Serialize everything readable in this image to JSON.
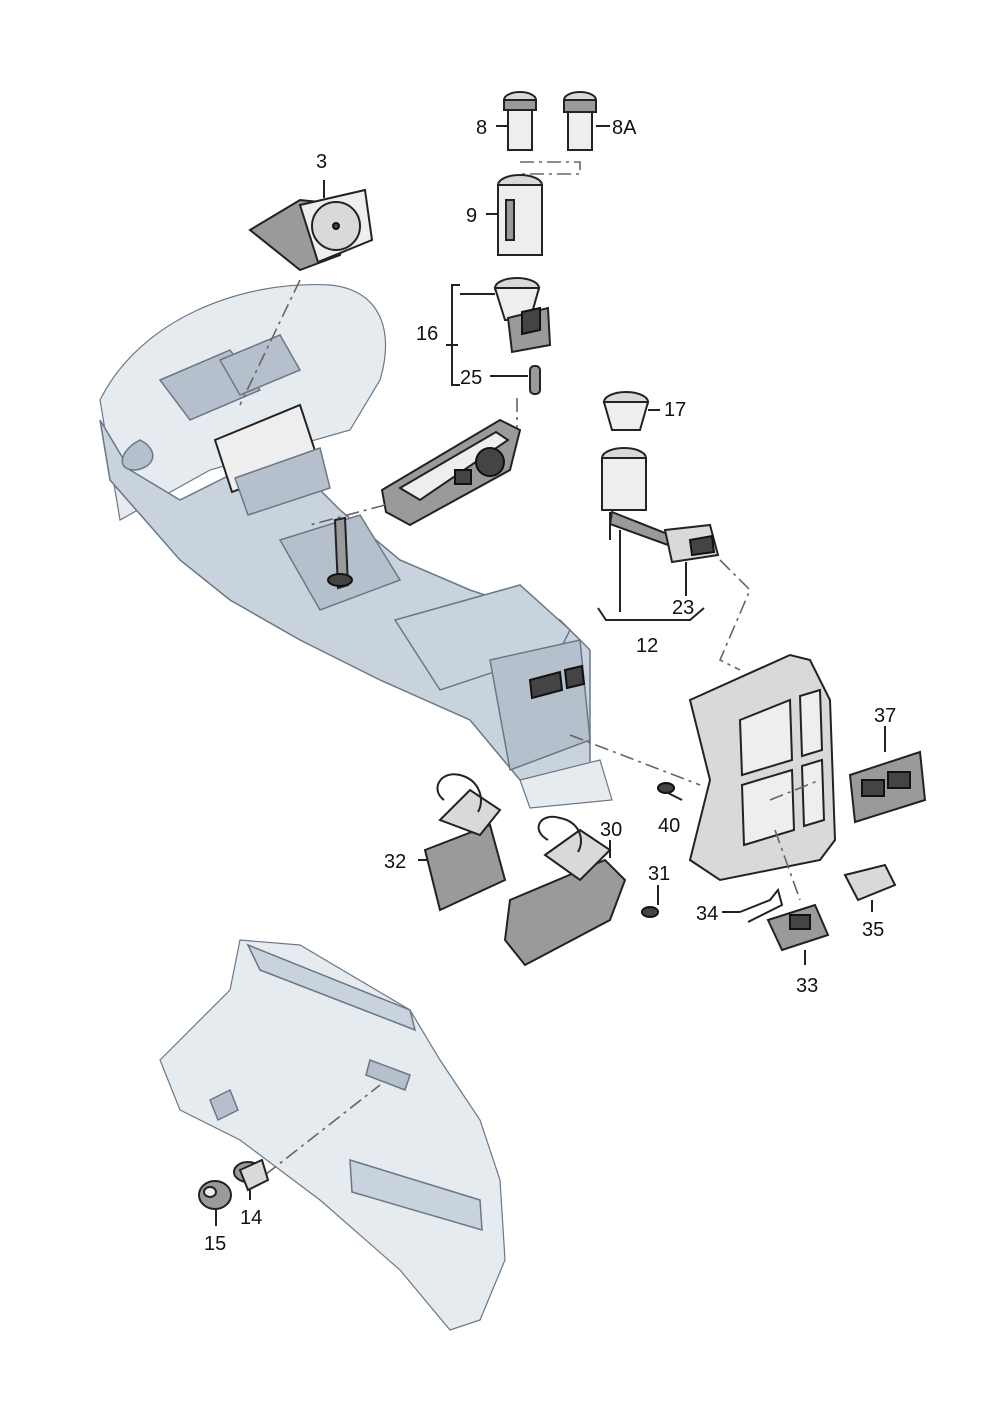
{
  "callouts": {
    "c3": "3",
    "c8": "8",
    "c8a": "8A",
    "c9": "9",
    "c16": "16",
    "c25": "25",
    "c17": "17",
    "c23": "23",
    "c12": "12",
    "c37": "37",
    "c40": "40",
    "c30": "30",
    "c32": "32",
    "c31": "31",
    "c34": "34",
    "c35": "35",
    "c33": "33",
    "c14": "14",
    "c15": "15"
  }
}
